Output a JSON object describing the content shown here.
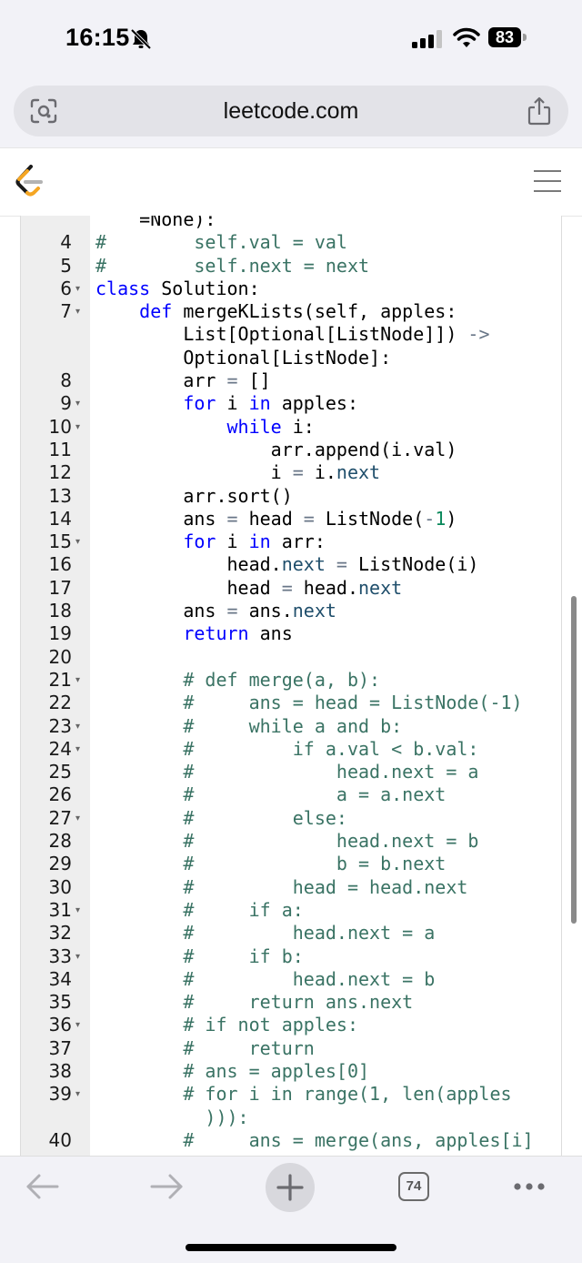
{
  "status": {
    "time": "16:15",
    "battery": "83"
  },
  "address_bar": {
    "url": "leetcode.com"
  },
  "code_lines": [
    {
      "n": "",
      "fold": false,
      "parts": [
        [
          "t",
          "    =None):"
        ]
      ]
    },
    {
      "n": "4",
      "fold": false,
      "parts": [
        [
          "c",
          "#        self.val = val"
        ]
      ]
    },
    {
      "n": "5",
      "fold": false,
      "parts": [
        [
          "c",
          "#        self.next = next"
        ]
      ]
    },
    {
      "n": "6",
      "fold": true,
      "parts": [
        [
          "k",
          "class"
        ],
        [
          "t",
          " Solution:"
        ]
      ]
    },
    {
      "n": "7",
      "fold": true,
      "parts": [
        [
          "t",
          "    "
        ],
        [
          "k",
          "def"
        ],
        [
          "t",
          " mergeKLists(self, apples:"
        ]
      ]
    },
    {
      "n": "",
      "fold": false,
      "parts": [
        [
          "t",
          "        List[Optional[ListNode]]) "
        ],
        [
          "o",
          "->"
        ]
      ]
    },
    {
      "n": "",
      "fold": false,
      "parts": [
        [
          "t",
          "        Optional[ListNode]:"
        ]
      ]
    },
    {
      "n": "8",
      "fold": false,
      "parts": [
        [
          "t",
          "        arr "
        ],
        [
          "o",
          "="
        ],
        [
          "t",
          " []"
        ]
      ]
    },
    {
      "n": "9",
      "fold": true,
      "parts": [
        [
          "t",
          "        "
        ],
        [
          "k",
          "for"
        ],
        [
          "t",
          " i "
        ],
        [
          "k",
          "in"
        ],
        [
          "t",
          " apples:"
        ]
      ]
    },
    {
      "n": "10",
      "fold": true,
      "parts": [
        [
          "t",
          "            "
        ],
        [
          "k",
          "while"
        ],
        [
          "t",
          " i:"
        ]
      ]
    },
    {
      "n": "11",
      "fold": false,
      "parts": [
        [
          "t",
          "                arr.append(i.val)"
        ]
      ]
    },
    {
      "n": "12",
      "fold": false,
      "parts": [
        [
          "t",
          "                i "
        ],
        [
          "o",
          "="
        ],
        [
          "t",
          " i."
        ],
        [
          "a",
          "next"
        ]
      ]
    },
    {
      "n": "13",
      "fold": false,
      "parts": [
        [
          "t",
          "        arr.sort()"
        ]
      ]
    },
    {
      "n": "14",
      "fold": false,
      "parts": [
        [
          "t",
          "        ans "
        ],
        [
          "o",
          "="
        ],
        [
          "t",
          " head "
        ],
        [
          "o",
          "="
        ],
        [
          "t",
          " ListNode("
        ],
        [
          "o",
          "-"
        ],
        [
          "n",
          "1"
        ],
        [
          "t",
          ")"
        ]
      ]
    },
    {
      "n": "15",
      "fold": true,
      "parts": [
        [
          "t",
          "        "
        ],
        [
          "k",
          "for"
        ],
        [
          "t",
          " i "
        ],
        [
          "k",
          "in"
        ],
        [
          "t",
          " arr:"
        ]
      ]
    },
    {
      "n": "16",
      "fold": false,
      "parts": [
        [
          "t",
          "            head."
        ],
        [
          "a",
          "next"
        ],
        [
          "t",
          " "
        ],
        [
          "o",
          "="
        ],
        [
          "t",
          " ListNode(i)"
        ]
      ]
    },
    {
      "n": "17",
      "fold": false,
      "parts": [
        [
          "t",
          "            head "
        ],
        [
          "o",
          "="
        ],
        [
          "t",
          " head."
        ],
        [
          "a",
          "next"
        ]
      ]
    },
    {
      "n": "18",
      "fold": false,
      "parts": [
        [
          "t",
          "        ans "
        ],
        [
          "o",
          "="
        ],
        [
          "t",
          " ans."
        ],
        [
          "a",
          "next"
        ]
      ]
    },
    {
      "n": "19",
      "fold": false,
      "parts": [
        [
          "t",
          "        "
        ],
        [
          "k",
          "return"
        ],
        [
          "t",
          " ans"
        ]
      ]
    },
    {
      "n": "20",
      "fold": false,
      "parts": [
        [
          "t",
          ""
        ]
      ]
    },
    {
      "n": "21",
      "fold": true,
      "parts": [
        [
          "t",
          "        "
        ],
        [
          "c",
          "# def merge(a, b):"
        ]
      ]
    },
    {
      "n": "22",
      "fold": false,
      "parts": [
        [
          "t",
          "        "
        ],
        [
          "c",
          "#     ans = head = ListNode(-1)"
        ]
      ]
    },
    {
      "n": "23",
      "fold": true,
      "parts": [
        [
          "t",
          "        "
        ],
        [
          "c",
          "#     while a and b:"
        ]
      ]
    },
    {
      "n": "24",
      "fold": true,
      "parts": [
        [
          "t",
          "        "
        ],
        [
          "c",
          "#         if a.val < b.val:"
        ]
      ]
    },
    {
      "n": "25",
      "fold": false,
      "parts": [
        [
          "t",
          "        "
        ],
        [
          "c",
          "#             head.next = a"
        ]
      ]
    },
    {
      "n": "26",
      "fold": false,
      "parts": [
        [
          "t",
          "        "
        ],
        [
          "c",
          "#             a = a.next"
        ]
      ]
    },
    {
      "n": "27",
      "fold": true,
      "parts": [
        [
          "t",
          "        "
        ],
        [
          "c",
          "#         else:"
        ]
      ]
    },
    {
      "n": "28",
      "fold": false,
      "parts": [
        [
          "t",
          "        "
        ],
        [
          "c",
          "#             head.next = b"
        ]
      ]
    },
    {
      "n": "29",
      "fold": false,
      "parts": [
        [
          "t",
          "        "
        ],
        [
          "c",
          "#             b = b.next"
        ]
      ]
    },
    {
      "n": "30",
      "fold": false,
      "parts": [
        [
          "t",
          "        "
        ],
        [
          "c",
          "#         head = head.next"
        ]
      ]
    },
    {
      "n": "31",
      "fold": true,
      "parts": [
        [
          "t",
          "        "
        ],
        [
          "c",
          "#     if a:"
        ]
      ]
    },
    {
      "n": "32",
      "fold": false,
      "parts": [
        [
          "t",
          "        "
        ],
        [
          "c",
          "#         head.next = a"
        ]
      ]
    },
    {
      "n": "33",
      "fold": true,
      "parts": [
        [
          "t",
          "        "
        ],
        [
          "c",
          "#     if b:"
        ]
      ]
    },
    {
      "n": "34",
      "fold": false,
      "parts": [
        [
          "t",
          "        "
        ],
        [
          "c",
          "#         head.next = b"
        ]
      ]
    },
    {
      "n": "35",
      "fold": false,
      "parts": [
        [
          "t",
          "        "
        ],
        [
          "c",
          "#     return ans.next"
        ]
      ]
    },
    {
      "n": "36",
      "fold": true,
      "parts": [
        [
          "t",
          "        "
        ],
        [
          "c",
          "# if not apples:"
        ]
      ]
    },
    {
      "n": "37",
      "fold": false,
      "parts": [
        [
          "t",
          "        "
        ],
        [
          "c",
          "#     return"
        ]
      ]
    },
    {
      "n": "38",
      "fold": false,
      "parts": [
        [
          "t",
          "        "
        ],
        [
          "c",
          "# ans = apples[0]"
        ]
      ]
    },
    {
      "n": "39",
      "fold": true,
      "parts": [
        [
          "t",
          "        "
        ],
        [
          "c",
          "# for i in range(1, len(apples"
        ]
      ]
    },
    {
      "n": "",
      "fold": false,
      "parts": [
        [
          "t",
          "          "
        ],
        [
          "c",
          "))):"
        ]
      ]
    },
    {
      "n": "40",
      "fold": false,
      "parts": [
        [
          "t",
          "        "
        ],
        [
          "c",
          "#     ans = merge(ans, apples[i]"
        ]
      ]
    }
  ],
  "toolbar": {
    "tabs_count": "74"
  },
  "colors": {
    "keyword": "#0000ff",
    "comment": "#3a7364",
    "operator": "#687687",
    "attribute": "#1f4e6b",
    "number": "#09885a",
    "logo_orange": "#f5a623"
  }
}
